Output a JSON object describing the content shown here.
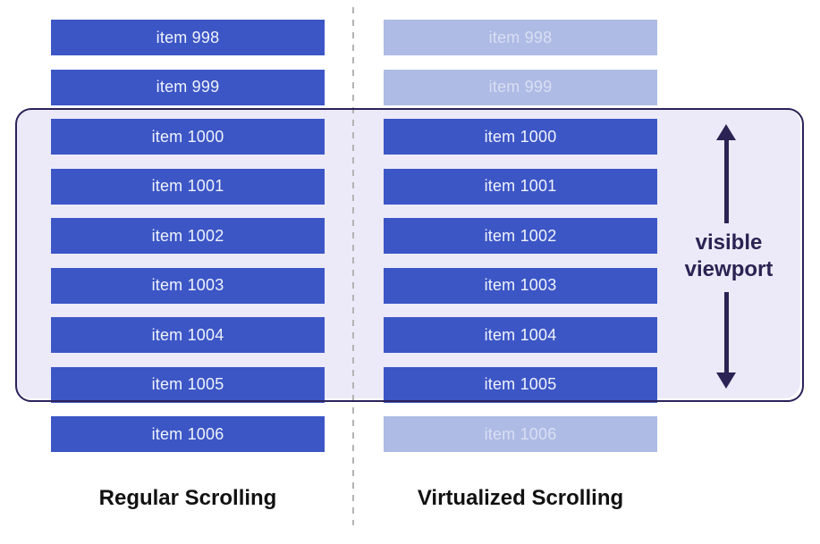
{
  "colors": {
    "item_active_bg": "#3c56c6",
    "item_active_text": "#f0f3fb",
    "item_virtual_bg": "#aebbe5",
    "item_virtual_text": "#d9dff2",
    "viewport_fill": "#eceaf8",
    "viewport_border": "#2b2259",
    "arrow": "#2a2353",
    "divider": "#b3b3b3",
    "label_text": "#111111"
  },
  "left_column": {
    "label": "Regular Scrolling",
    "items": [
      {
        "label": "item 998",
        "state": "active"
      },
      {
        "label": "item 999",
        "state": "active"
      },
      {
        "label": "item 1000",
        "state": "active"
      },
      {
        "label": "item 1001",
        "state": "active"
      },
      {
        "label": "item 1002",
        "state": "active"
      },
      {
        "label": "item 1003",
        "state": "active"
      },
      {
        "label": "item 1004",
        "state": "active"
      },
      {
        "label": "item 1005",
        "state": "active"
      },
      {
        "label": "item 1006",
        "state": "active"
      }
    ]
  },
  "right_column": {
    "label": "Virtualized Scrolling",
    "items": [
      {
        "label": "item 998",
        "state": "virtualized"
      },
      {
        "label": "item 999",
        "state": "virtualized"
      },
      {
        "label": "item 1000",
        "state": "active"
      },
      {
        "label": "item 1001",
        "state": "active"
      },
      {
        "label": "item 1002",
        "state": "active"
      },
      {
        "label": "item 1003",
        "state": "active"
      },
      {
        "label": "item 1004",
        "state": "active"
      },
      {
        "label": "item 1005",
        "state": "active"
      },
      {
        "label": "item 1006",
        "state": "virtualized"
      }
    ]
  },
  "viewport": {
    "label_line1": "visible",
    "label_line2": "viewport"
  }
}
